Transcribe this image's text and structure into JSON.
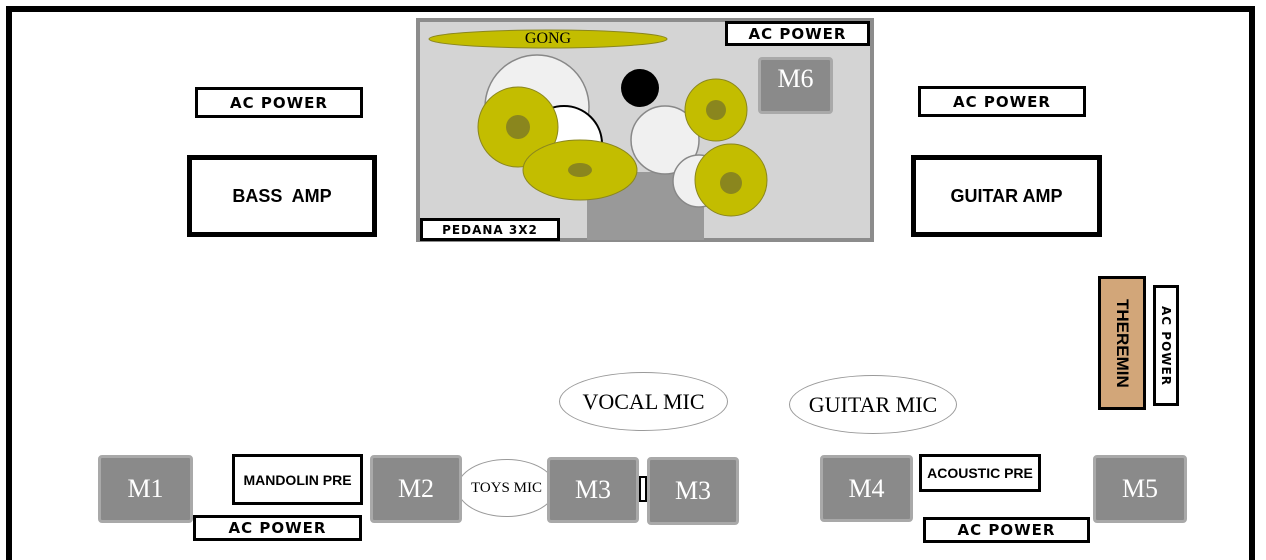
{
  "labels": {
    "gong": "GONG",
    "pedana": "PEDANA 3X2",
    "ac_power": "AC POWER",
    "bass_amp": "BASS  AMP",
    "guitar_amp": "GUITAR AMP",
    "theremin": "THEREMIN",
    "vocal_mic": "VOCAL MIC",
    "guitar_mic": "GUITAR MIC",
    "toys_mic": "TOYS MIC",
    "mandolin_pre": "MANDOLIN PRE",
    "acoustic_pre": "ACOUSTIC PRE"
  },
  "monitors": {
    "m1": "M1",
    "m2": "M2",
    "m3a": "M3",
    "m3b": "M3",
    "m4": "M4",
    "m5": "M5",
    "m6": "M6"
  },
  "colors": {
    "cymbal": "#c3bd00",
    "cymbal_bell": "#8a861e",
    "riser": "#d4d4d4",
    "riser_border": "#8c8c8c",
    "monitor": "#8a8a8a",
    "theremin": "#d2a679"
  }
}
